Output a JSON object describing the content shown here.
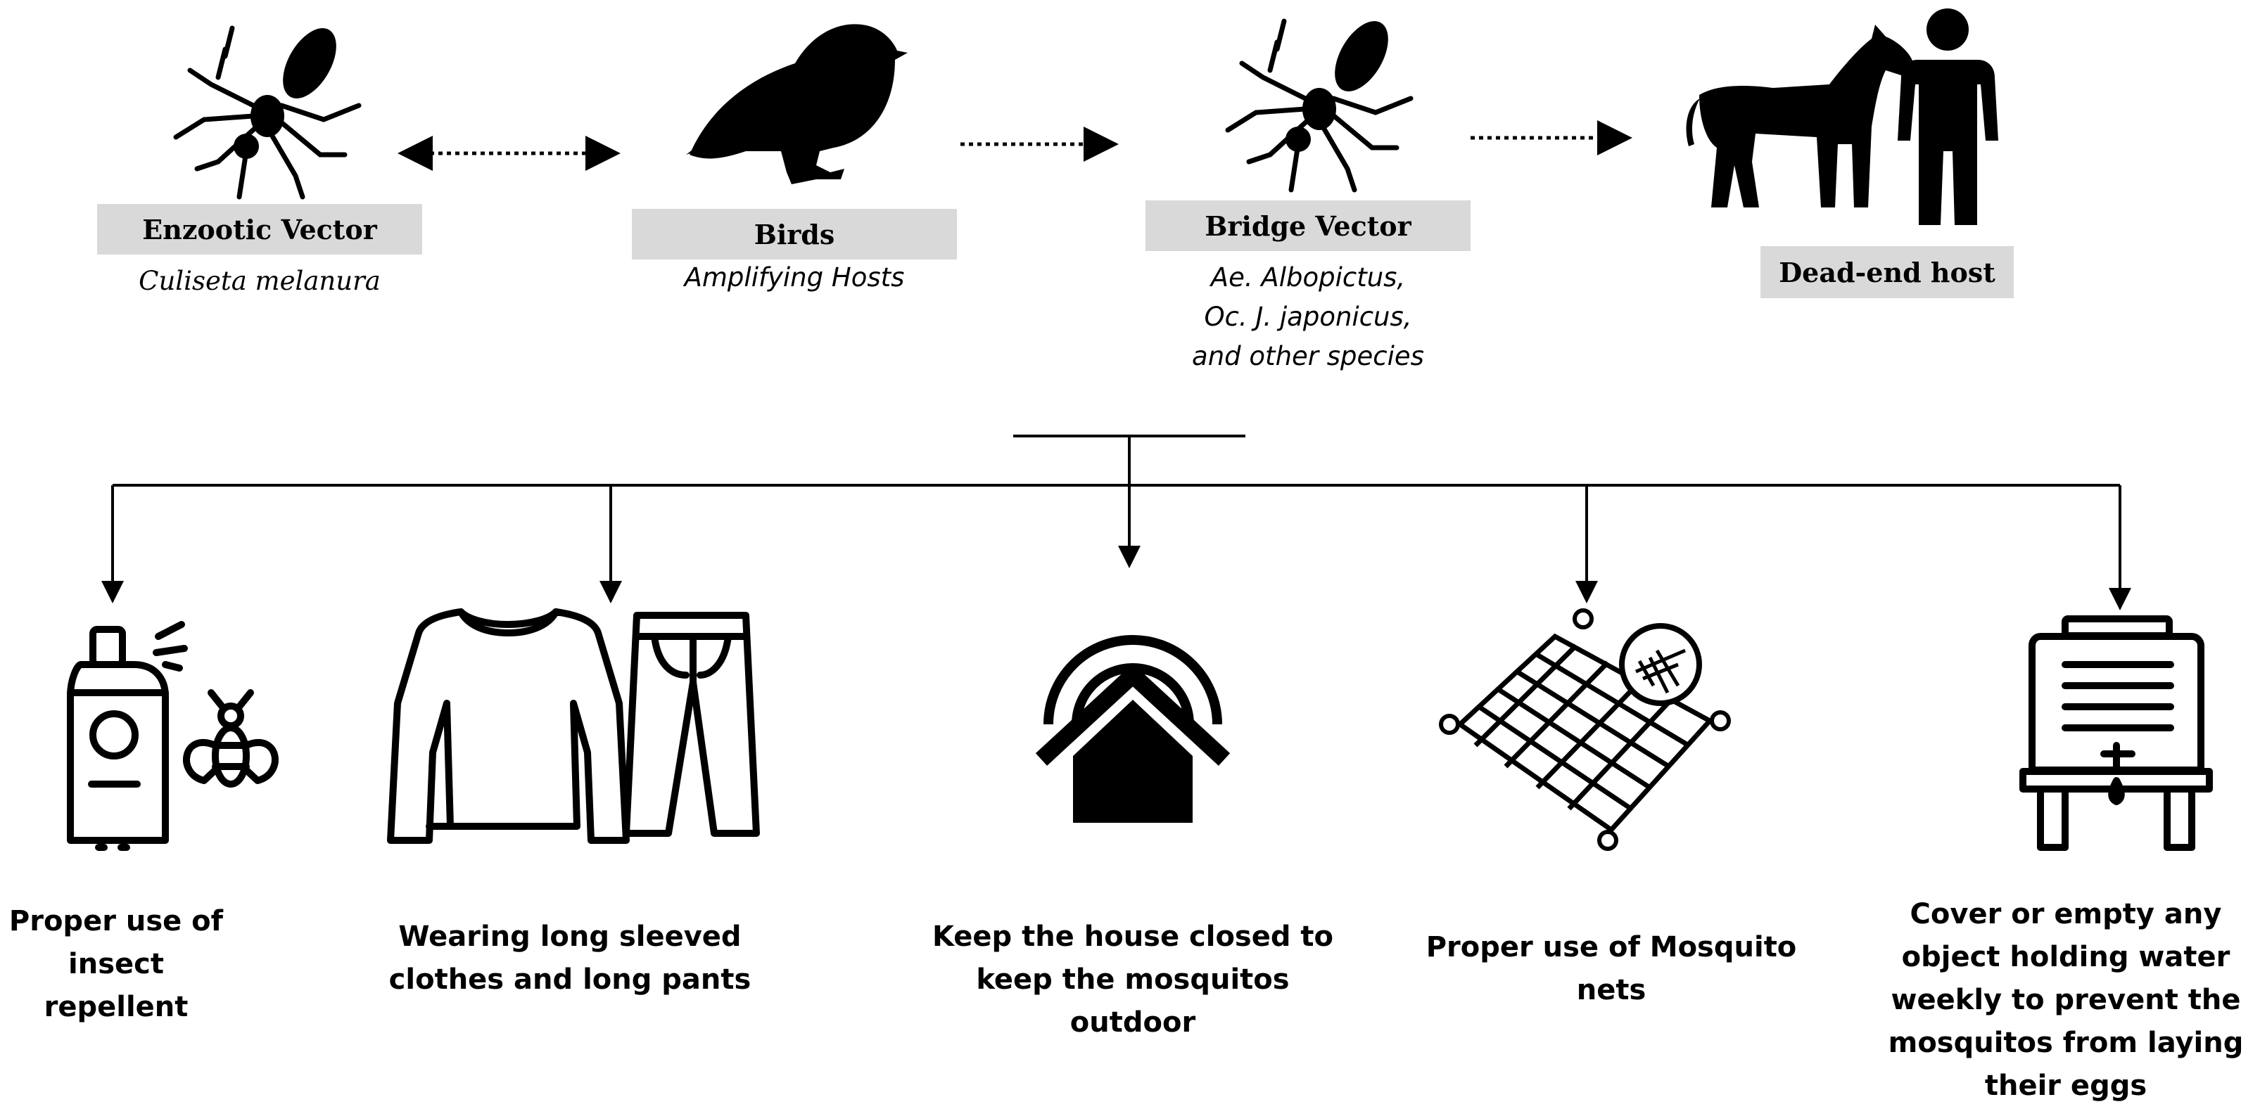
{
  "cycle": {
    "enzootic_vector": {
      "label": "Enzootic Vector",
      "species": "Culiseta melanura"
    },
    "birds": {
      "label": "Birds",
      "role": "Amplifying Hosts"
    },
    "bridge_vector": {
      "label": "Bridge Vector",
      "species": [
        "Ae. Albopictus,",
        "Oc. J. japonicus,",
        "and other species"
      ]
    },
    "dead_end_host": {
      "label": "Dead-end host"
    }
  },
  "prevention": [
    {
      "text": "Proper use of\ninsect\nrepellent",
      "icon": "insect-repellent-spray-icon"
    },
    {
      "text": "Wearing long sleeved\nclothes and long pants",
      "icon": "long-sleeve-shirt-pants-icon"
    },
    {
      "text": "Keep the house closed to\nkeep the mosquitos\noutdoor",
      "icon": "closed-house-icon"
    },
    {
      "text": "Proper use of Mosquito\nnets",
      "icon": "mosquito-net-icon"
    },
    {
      "text": "Cover or empty any\nobject holding water\nweekly to prevent the\nmosquitos from laying\ntheir eggs",
      "icon": "water-container-icon"
    }
  ],
  "colors": {
    "label_box": "#d9d9d9",
    "ink": "#000000",
    "background": "#ffffff"
  }
}
